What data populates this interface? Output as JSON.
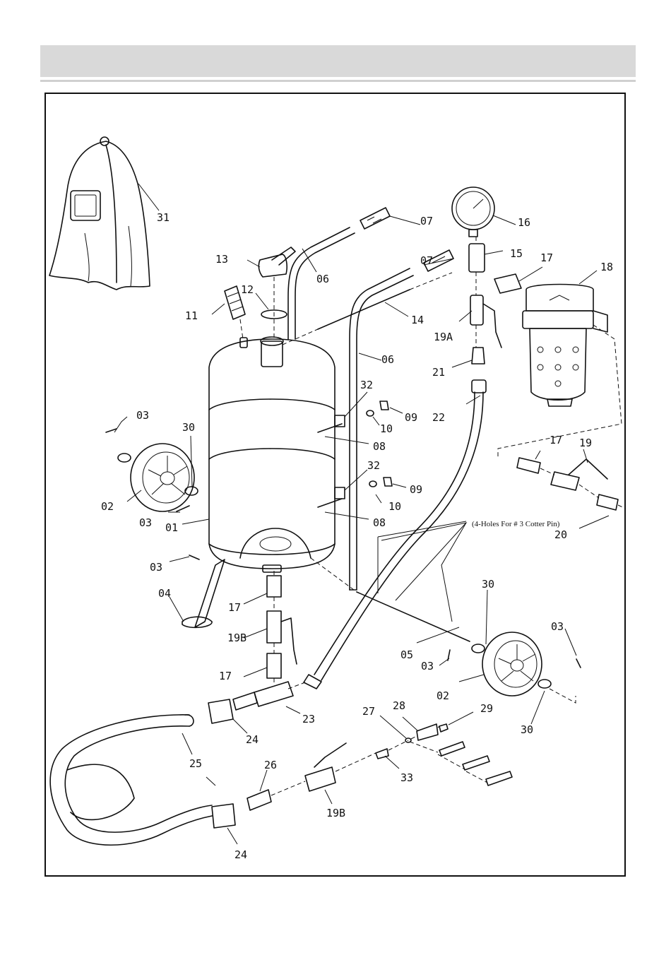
{
  "header": {
    "title": ""
  },
  "diagram": {
    "note": "(4-Holes For # 3 Cotter Pin)",
    "callouts": [
      {
        "id": "c31",
        "text": "31"
      },
      {
        "id": "c07a",
        "text": "07"
      },
      {
        "id": "c16",
        "text": "16"
      },
      {
        "id": "c13",
        "text": "13"
      },
      {
        "id": "c06a",
        "text": "06"
      },
      {
        "id": "c07b",
        "text": "07"
      },
      {
        "id": "c15",
        "text": "15"
      },
      {
        "id": "c17a",
        "text": "17"
      },
      {
        "id": "c18",
        "text": "18"
      },
      {
        "id": "c12",
        "text": "12"
      },
      {
        "id": "c11",
        "text": "11"
      },
      {
        "id": "c14",
        "text": "14"
      },
      {
        "id": "c19a",
        "text": "19A"
      },
      {
        "id": "c06b",
        "text": "06"
      },
      {
        "id": "c21",
        "text": "21"
      },
      {
        "id": "c32a",
        "text": "32"
      },
      {
        "id": "c09a",
        "text": "09"
      },
      {
        "id": "c22",
        "text": "22"
      },
      {
        "id": "c10a",
        "text": "10"
      },
      {
        "id": "c08a",
        "text": "08"
      },
      {
        "id": "c03a",
        "text": "03"
      },
      {
        "id": "c30a",
        "text": "30"
      },
      {
        "id": "c17b",
        "text": "17"
      },
      {
        "id": "c19",
        "text": "19"
      },
      {
        "id": "c32b",
        "text": "32"
      },
      {
        "id": "c09b",
        "text": "09"
      },
      {
        "id": "c02a",
        "text": "02"
      },
      {
        "id": "c10b",
        "text": "10"
      },
      {
        "id": "c03b",
        "text": "03"
      },
      {
        "id": "c01",
        "text": "01"
      },
      {
        "id": "c08b",
        "text": "08"
      },
      {
        "id": "c20",
        "text": "20"
      },
      {
        "id": "c03c",
        "text": "03"
      },
      {
        "id": "c30b",
        "text": "30"
      },
      {
        "id": "c04",
        "text": "04"
      },
      {
        "id": "c17c",
        "text": "17"
      },
      {
        "id": "c03d",
        "text": "03"
      },
      {
        "id": "c19b1",
        "text": "19B"
      },
      {
        "id": "c05",
        "text": "05"
      },
      {
        "id": "c03e",
        "text": "03"
      },
      {
        "id": "c17d",
        "text": "17"
      },
      {
        "id": "c02b",
        "text": "02"
      },
      {
        "id": "c27",
        "text": "27"
      },
      {
        "id": "c28",
        "text": "28"
      },
      {
        "id": "c29",
        "text": "29"
      },
      {
        "id": "c30c",
        "text": "30"
      },
      {
        "id": "c23",
        "text": "23"
      },
      {
        "id": "c24a",
        "text": "24"
      },
      {
        "id": "c25",
        "text": "25"
      },
      {
        "id": "c26",
        "text": "26"
      },
      {
        "id": "c33",
        "text": "33"
      },
      {
        "id": "c19b2",
        "text": "19B"
      },
      {
        "id": "c24b",
        "text": "24"
      }
    ]
  }
}
